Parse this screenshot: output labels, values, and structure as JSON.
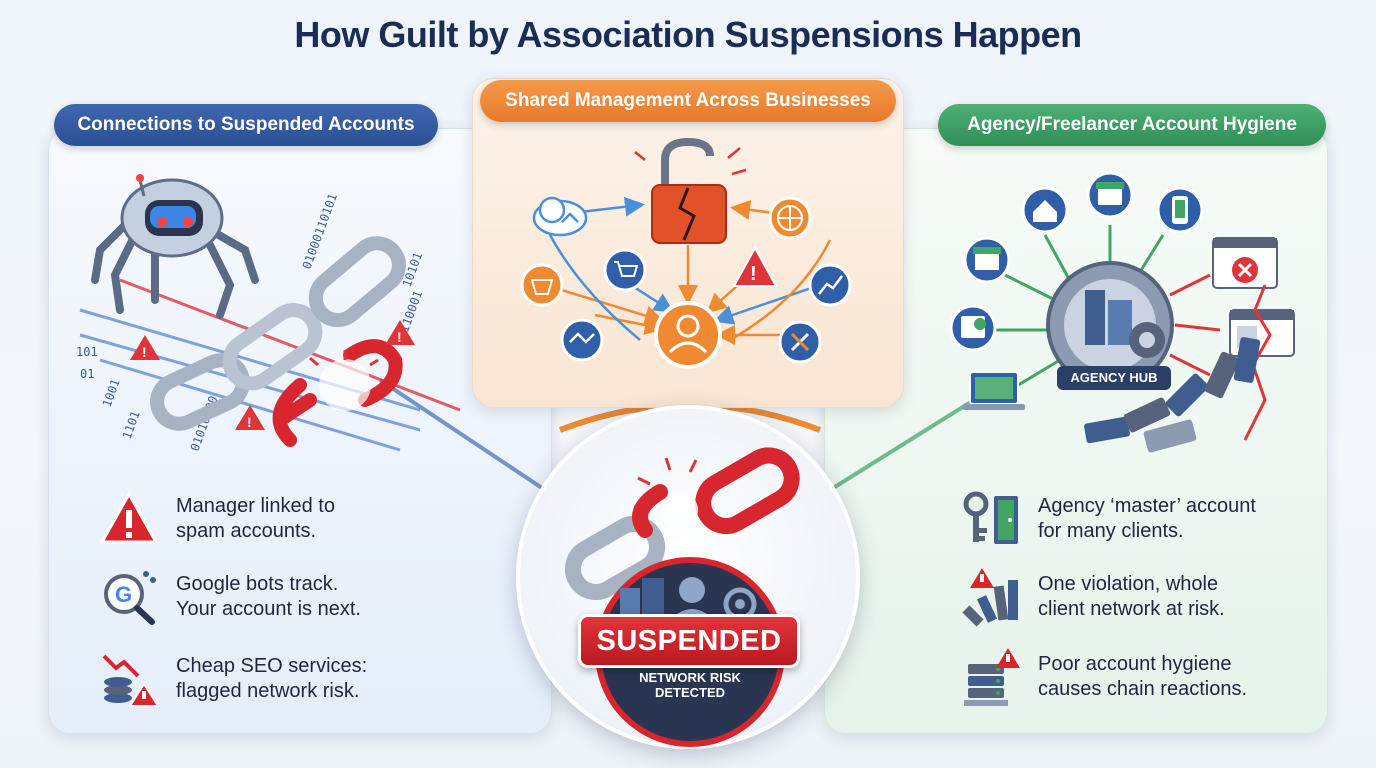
{
  "title": "How Guilt by Association Suspensions Happen",
  "sections": {
    "left": {
      "heading": "Connections to Suspended Accounts",
      "items": [
        {
          "icon": "warning-triangle-icon",
          "text": "Manager linked to\nspam accounts."
        },
        {
          "icon": "google-magnifier-icon",
          "text": "Google bots track.\nYour account is next."
        },
        {
          "icon": "coins-decline-icon",
          "text": "Cheap SEO services:\nflagged network risk."
        }
      ],
      "binary_text": [
        "01000110101",
        "10101",
        "0110001",
        "1101",
        "01010100",
        "1001",
        "01",
        "101"
      ]
    },
    "middle": {
      "heading": "Shared Management Across Businesses"
    },
    "right": {
      "heading": "Agency/Freelancer Account Hygiene",
      "hub_label": "AGENCY HUB",
      "items": [
        {
          "icon": "key-door-icon",
          "text": "Agency ‘master’ account\nfor many clients."
        },
        {
          "icon": "dominoes-warning-icon",
          "text": "One violation, whole\nclient network at risk."
        },
        {
          "icon": "server-warning-icon",
          "text": "Poor account hygiene\ncauses chain reactions."
        }
      ]
    },
    "center": {
      "badge_label": "SUSPENDED",
      "badge_sub": "NETWORK RISK\nDETECTED"
    }
  },
  "colors": {
    "left_accent": "#2b4f93",
    "mid_accent": "#e8782a",
    "right_accent": "#2f8f58",
    "danger": "#d7262e"
  }
}
